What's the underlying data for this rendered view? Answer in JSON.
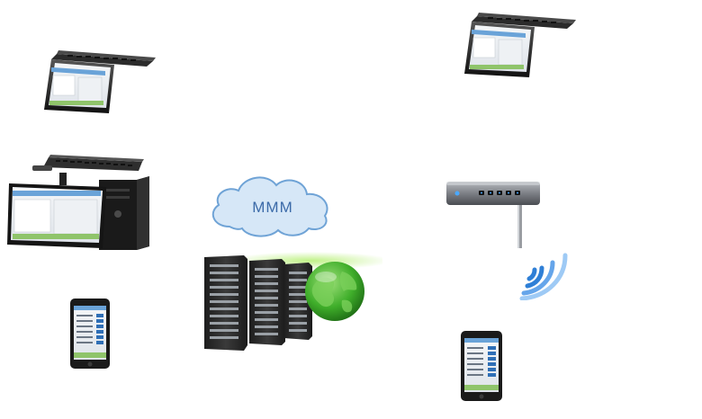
{
  "cloud": {
    "label": "MMM",
    "fill": "#d6e7f7",
    "stroke": "#6fa3d6"
  },
  "colors": {
    "screen_green": "#8fc46a",
    "rack_dark": "#2a2a2a",
    "globe_green": "#3fae2a",
    "wifi_blue": "#2f7fd6",
    "router_body": "#6b6e73"
  },
  "devices": [
    {
      "type": "laptop",
      "icon": "laptop-icon"
    },
    {
      "type": "desktop",
      "icon": "desktop-computer-icon"
    },
    {
      "type": "smartphone",
      "icon": "smartphone-icon"
    },
    {
      "type": "server-rack",
      "icon": "server-rack-icon"
    },
    {
      "type": "globe",
      "icon": "globe-icon"
    },
    {
      "type": "router",
      "icon": "wifi-router-icon"
    },
    {
      "type": "wifi-signal",
      "icon": "wifi-signal-icon"
    },
    {
      "type": "laptop",
      "icon": "laptop-icon"
    },
    {
      "type": "smartphone",
      "icon": "smartphone-icon"
    }
  ]
}
